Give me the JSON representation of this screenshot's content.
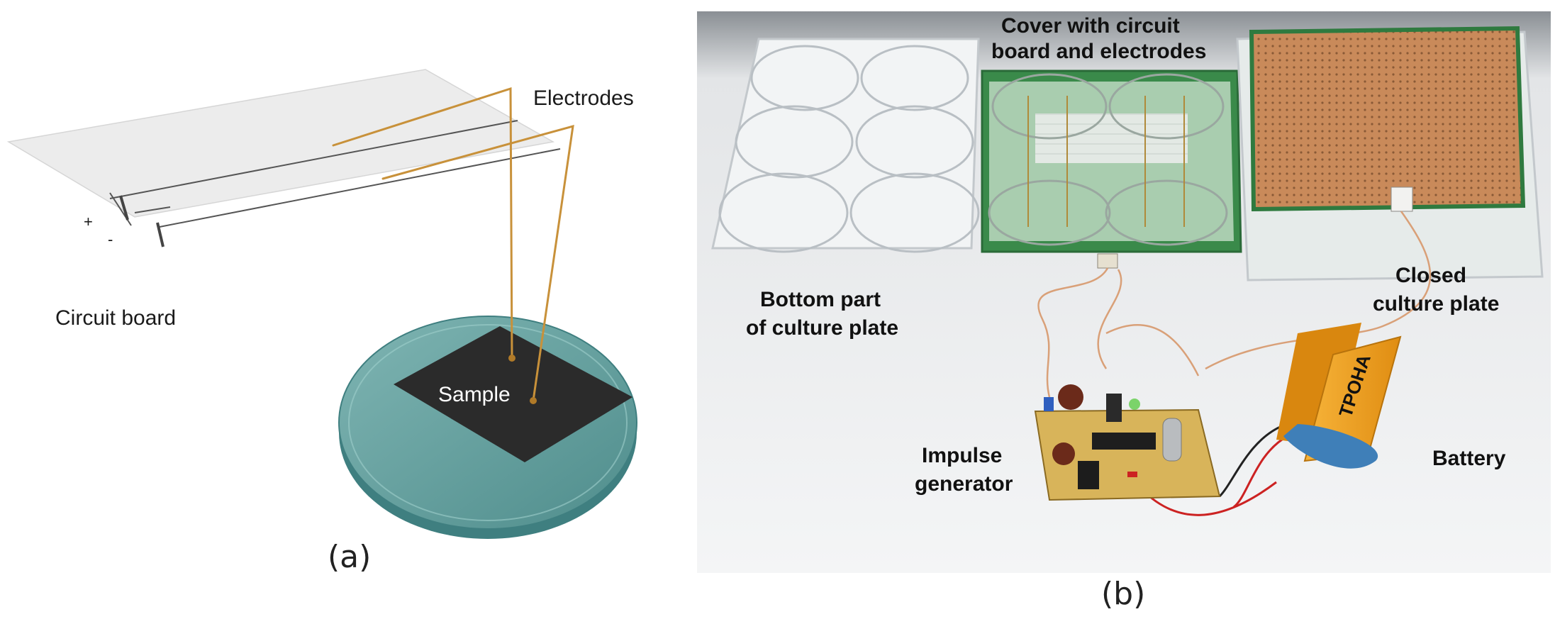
{
  "panel_a": {
    "letter": "(a)",
    "labels": {
      "electrodes": "Electrodes",
      "circuit_board": "Circuit board",
      "sample": "Sample"
    },
    "board_symbols": {
      "plus": "+",
      "minus": "-"
    }
  },
  "panel_b": {
    "letter": "(b)",
    "labels": {
      "cover_line1": "Cover with circuit",
      "cover_line2": "board and electrodes",
      "bottom_line1": "Bottom part",
      "bottom_line2": "of culture plate",
      "closed_line1": "Closed",
      "closed_line2": "culture plate",
      "impulse_line1": "Impulse",
      "impulse_line2": "generator",
      "battery": "Battery",
      "battery_brand": "TPOHA"
    }
  },
  "colors": {
    "dish_fill": "#5e9c9b",
    "dish_rim": "#3f7f80",
    "sample": "#2b2b2b",
    "electrode_wire": "#c8913a",
    "pcb_green": "#3a8a4a",
    "copper_board": "#c98a5a",
    "battery_orange": "#f0a020",
    "battery_blue": "#3f7fb8",
    "photo_background": "#eceeef",
    "generator_board": "#d8b45a"
  }
}
